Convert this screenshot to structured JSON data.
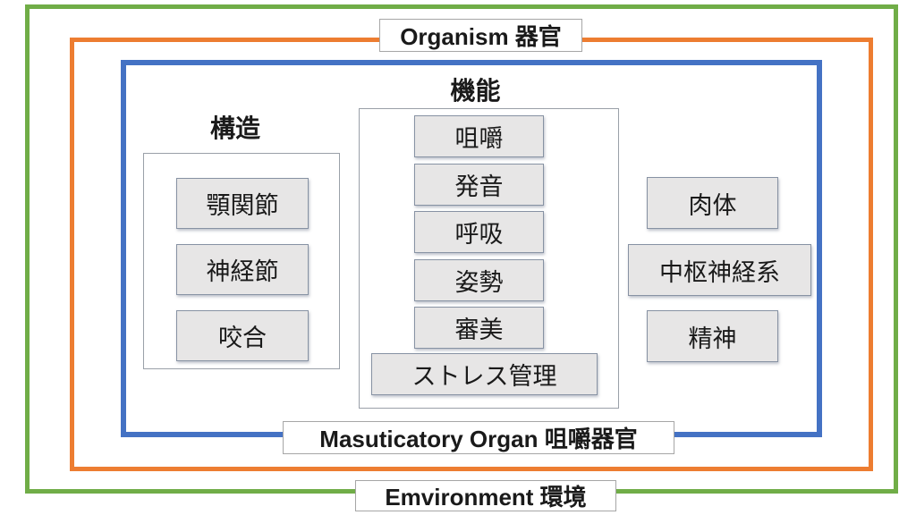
{
  "colors": {
    "environment": "#70AD47",
    "organism": "#ED7D31",
    "masticatory": "#4472C4",
    "box-fill": "#E7E6E6",
    "box-border": "#8792A3",
    "container-border": "#9AA0A8",
    "label-border": "#A6A6A6",
    "text": "#1A1A1A"
  },
  "labels": {
    "organism": "Organism 器官",
    "masticatory": "Masuticatory Organ 咀嚼器官",
    "environment": "Emvironment 環境"
  },
  "structure": {
    "title": "構造",
    "items": [
      "顎関節",
      "神経節",
      "咬合"
    ]
  },
  "functions": {
    "title": "機能",
    "items": [
      "咀嚼",
      "発音",
      "呼吸",
      "姿勢",
      "審美",
      "ストレス管理"
    ]
  },
  "organism_aspects": {
    "items": [
      "肉体",
      "中枢神経系",
      "精神"
    ]
  }
}
